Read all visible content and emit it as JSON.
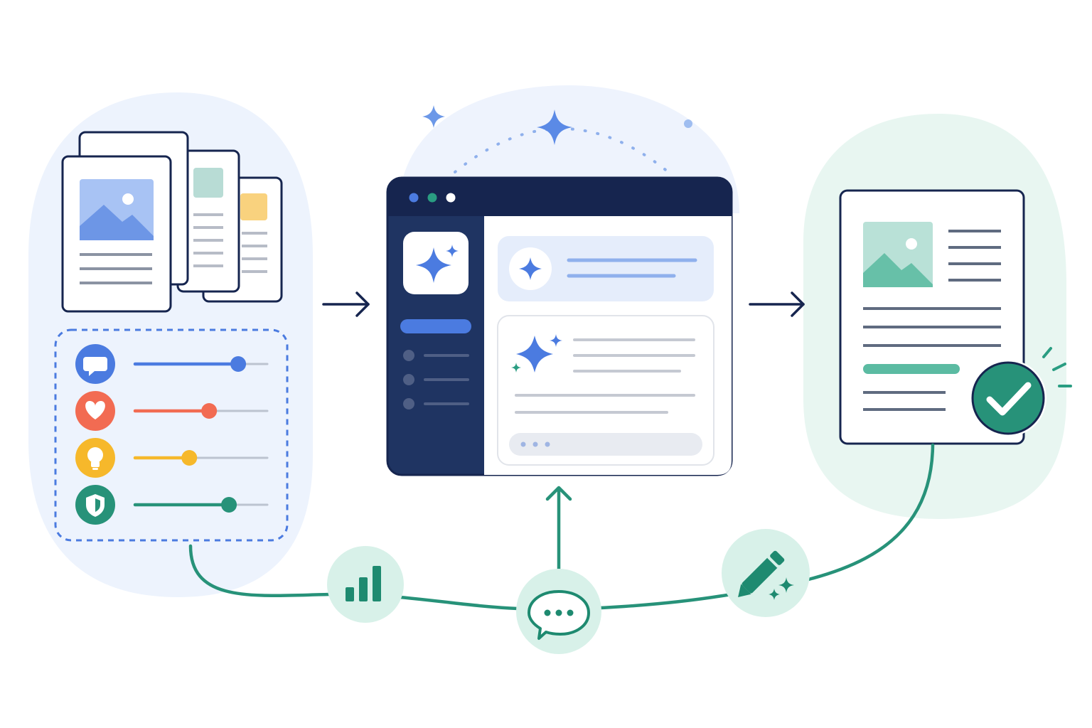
{
  "colors": {
    "navy": "#16254f",
    "blue": "#4b7be0",
    "teal": "#2a9d82",
    "coral": "#f26b52",
    "amber": "#f6b82b",
    "green": "#279279",
    "blob_blue": "#ecf2fd",
    "blob_green": "#e8f6f1",
    "badge_mint": "#d8f1e9",
    "line_gray": "#7a8496"
  },
  "input_panel": {
    "documents": [
      {
        "kind": "image-document",
        "icon": "image-icon"
      },
      {
        "kind": "text-document",
        "accent": "#b8dcd5"
      },
      {
        "kind": "text-document",
        "accent": "#f9d27e"
      }
    ],
    "sliders": [
      {
        "icon": "speech-bubble-icon",
        "color": "#4b7be0",
        "level": 0.78
      },
      {
        "icon": "heart-icon",
        "color": "#f26b52",
        "level": 0.56
      },
      {
        "icon": "lightbulb-icon",
        "color": "#f6b82b",
        "level": 0.41
      },
      {
        "icon": "shield-icon",
        "color": "#279279",
        "level": 0.71
      }
    ]
  },
  "app_window": {
    "window_dots": [
      "#4b7be0",
      "#2a9d82",
      "#ffffff"
    ],
    "sidebar_items": 3,
    "logo_icon": "sparkle-icon"
  },
  "output_document": {
    "icon": "image-icon",
    "status_icon": "checkmark-icon"
  },
  "feedback_loop": {
    "nodes": [
      {
        "icon": "bar-chart-icon"
      },
      {
        "icon": "chat-dots-icon"
      },
      {
        "icon": "pencil-sparkle-icon"
      }
    ]
  }
}
